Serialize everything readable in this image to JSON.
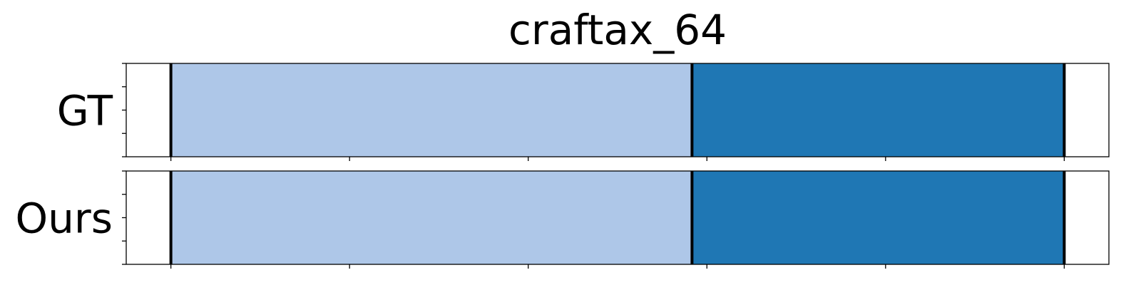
{
  "chart_data": {
    "type": "bar",
    "title": "craftax_64",
    "rows": [
      {
        "label": "GT",
        "segments": [
          {
            "start": 0,
            "end": 35,
            "color": "#aec7e8"
          },
          {
            "start": 35,
            "end": 60,
            "color": "#1f77b4"
          }
        ]
      },
      {
        "label": "Ours",
        "segments": [
          {
            "start": 0,
            "end": 35,
            "color": "#aec7e8"
          },
          {
            "start": 35,
            "end": 60,
            "color": "#1f77b4"
          }
        ]
      }
    ],
    "xlim": [
      -3,
      63
    ],
    "x_ticks": [
      0,
      12,
      24,
      36,
      48,
      60
    ],
    "x_tick_labels": false,
    "y_tick_labels": false,
    "boundary_color": "#000000",
    "grid": false,
    "legend": "none"
  }
}
